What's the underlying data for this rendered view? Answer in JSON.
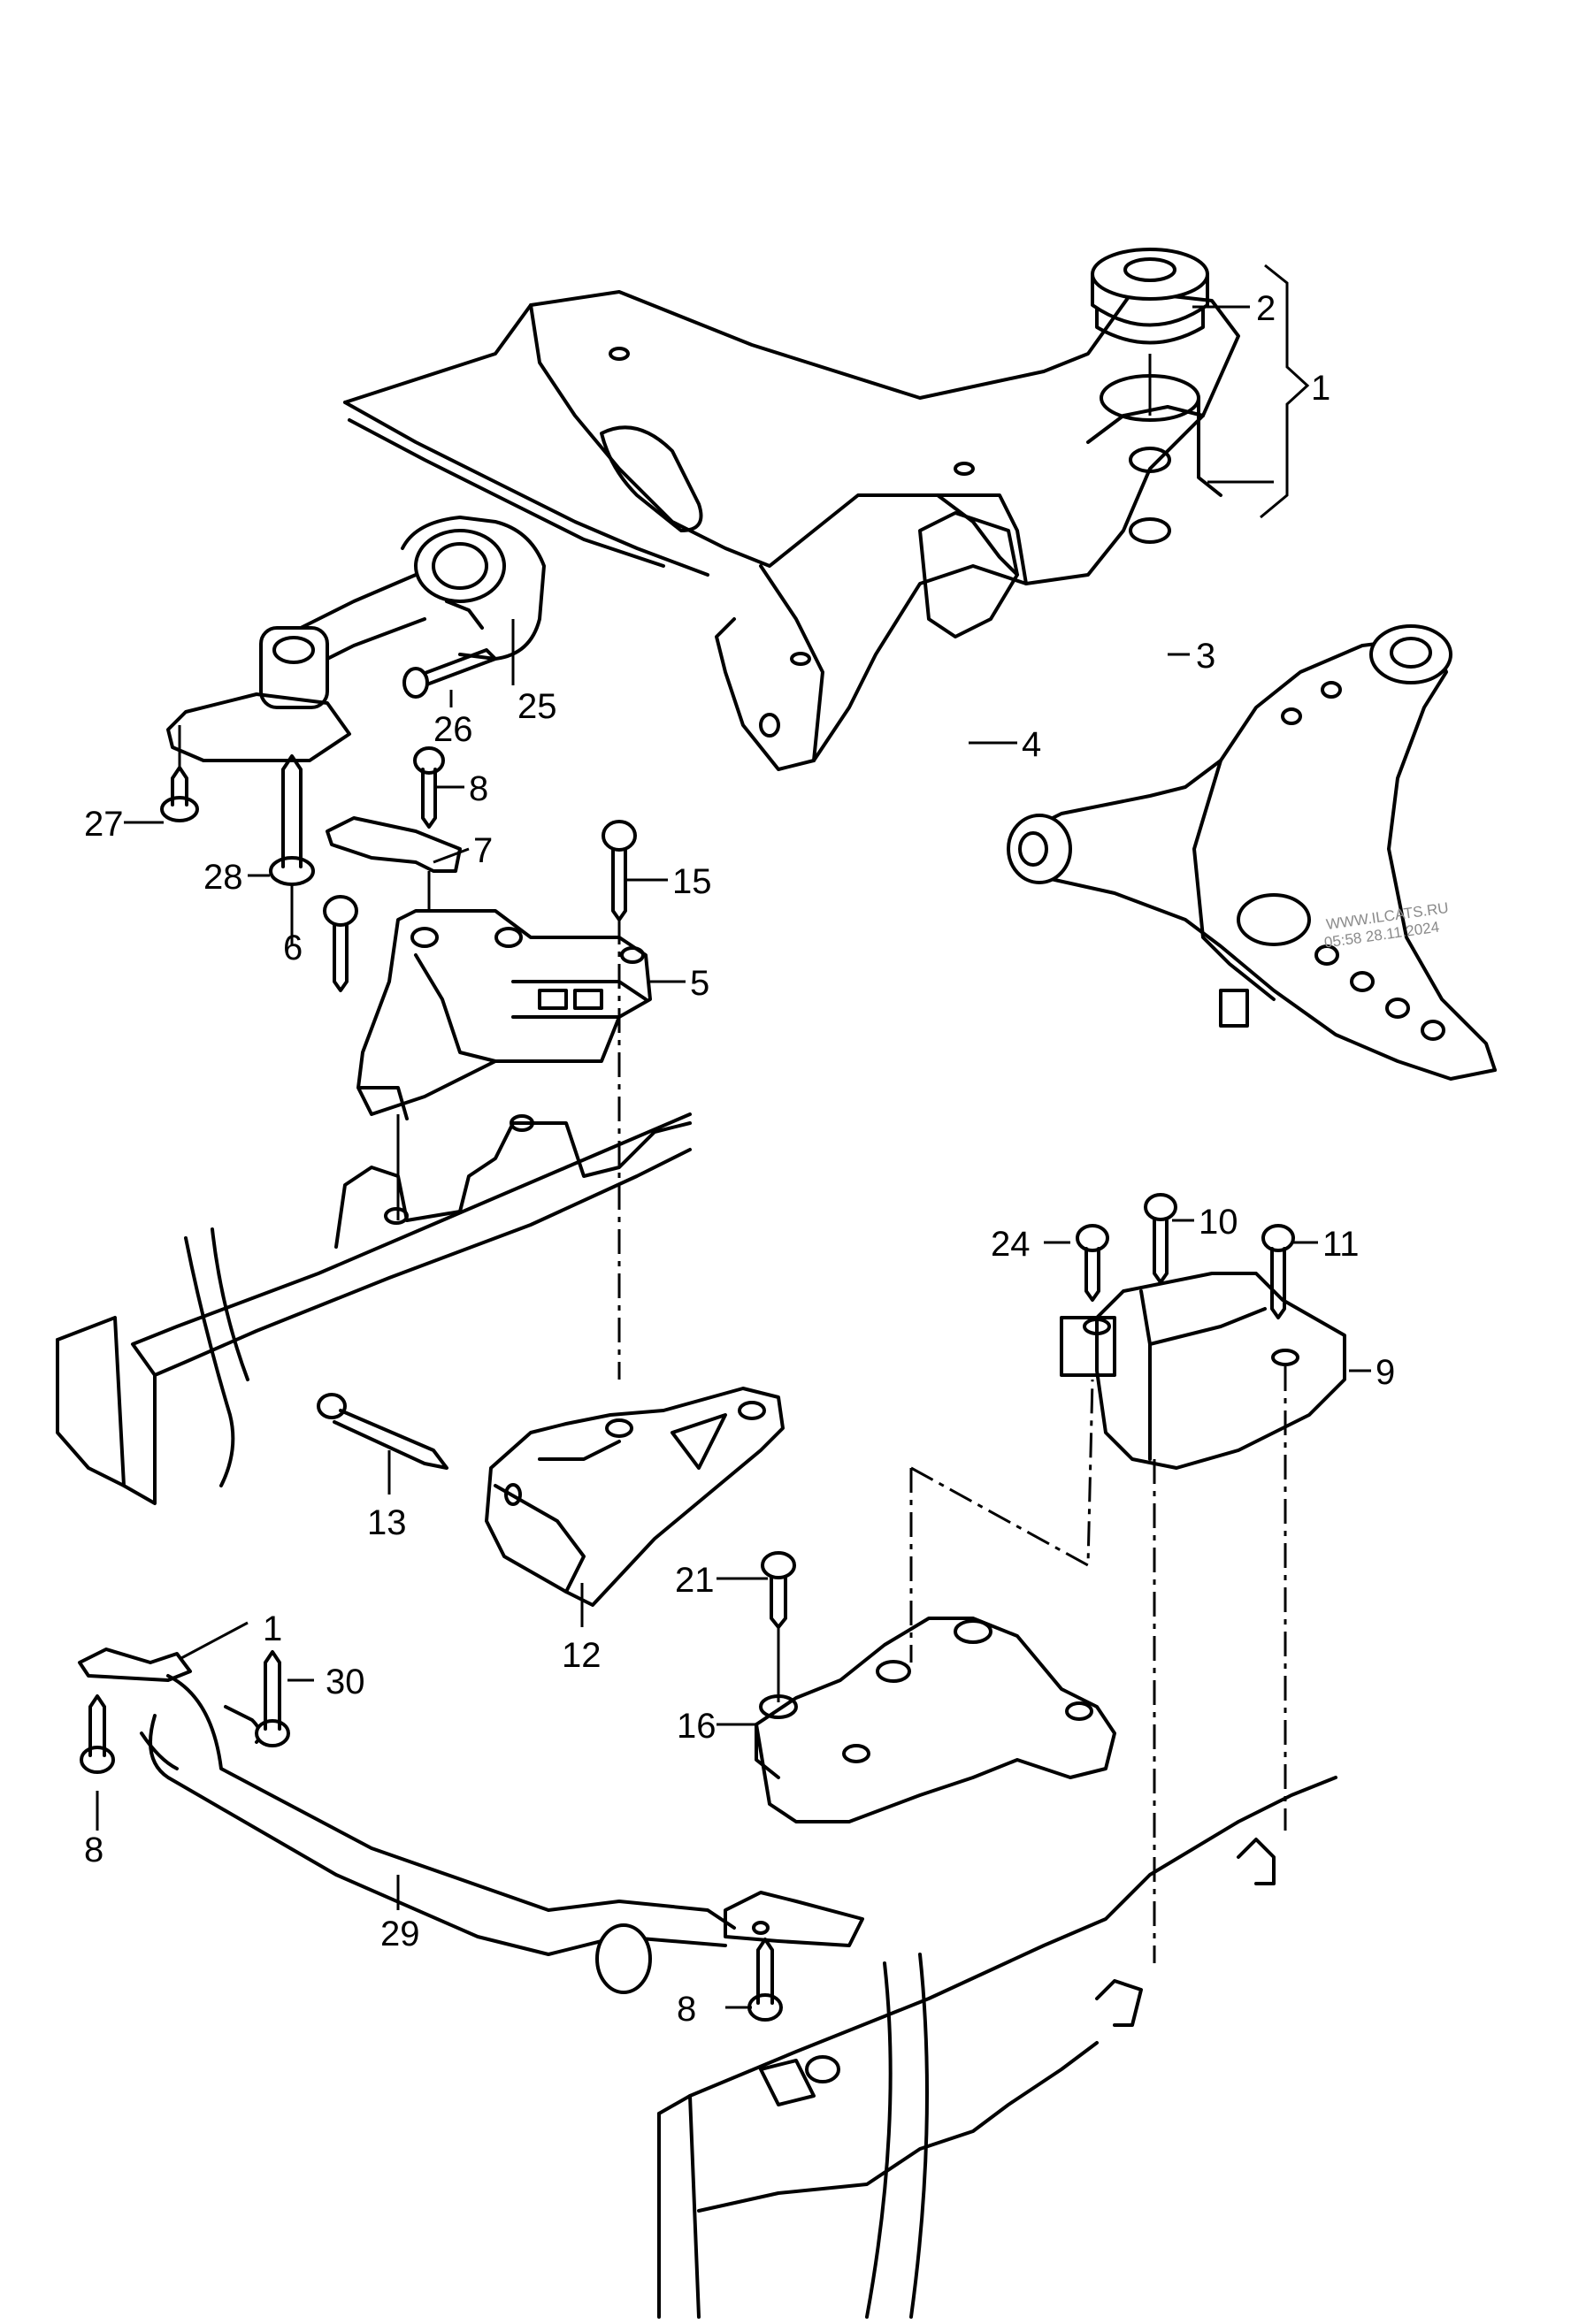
{
  "diagram": {
    "type": "exploded-parts-view",
    "subject": "engine/gearbox mounts, subframe and wishbone",
    "callouts": [
      {
        "id": "c1a",
        "label": "1"
      },
      {
        "id": "c2",
        "label": "2"
      },
      {
        "id": "c3",
        "label": "3"
      },
      {
        "id": "c4",
        "label": "4"
      },
      {
        "id": "c5",
        "label": "5"
      },
      {
        "id": "c6",
        "label": "6"
      },
      {
        "id": "c7",
        "label": "7"
      },
      {
        "id": "c8a",
        "label": "8"
      },
      {
        "id": "c9",
        "label": "9"
      },
      {
        "id": "c10",
        "label": "10"
      },
      {
        "id": "c11",
        "label": "11"
      },
      {
        "id": "c12",
        "label": "12"
      },
      {
        "id": "c13",
        "label": "13"
      },
      {
        "id": "c15",
        "label": "15"
      },
      {
        "id": "c16",
        "label": "16"
      },
      {
        "id": "c21",
        "label": "21"
      },
      {
        "id": "c24",
        "label": "24"
      },
      {
        "id": "c25",
        "label": "25"
      },
      {
        "id": "c26",
        "label": "26"
      },
      {
        "id": "c27",
        "label": "27"
      },
      {
        "id": "c28",
        "label": "28"
      },
      {
        "id": "c1b",
        "label": "1"
      },
      {
        "id": "c30",
        "label": "30"
      },
      {
        "id": "c8b",
        "label": "8"
      },
      {
        "id": "c29",
        "label": "29"
      },
      {
        "id": "c8c",
        "label": "8"
      }
    ],
    "watermark": {
      "line1": "WWW.ILCATS.RU",
      "line2": "05:58 28.11.2024"
    }
  }
}
